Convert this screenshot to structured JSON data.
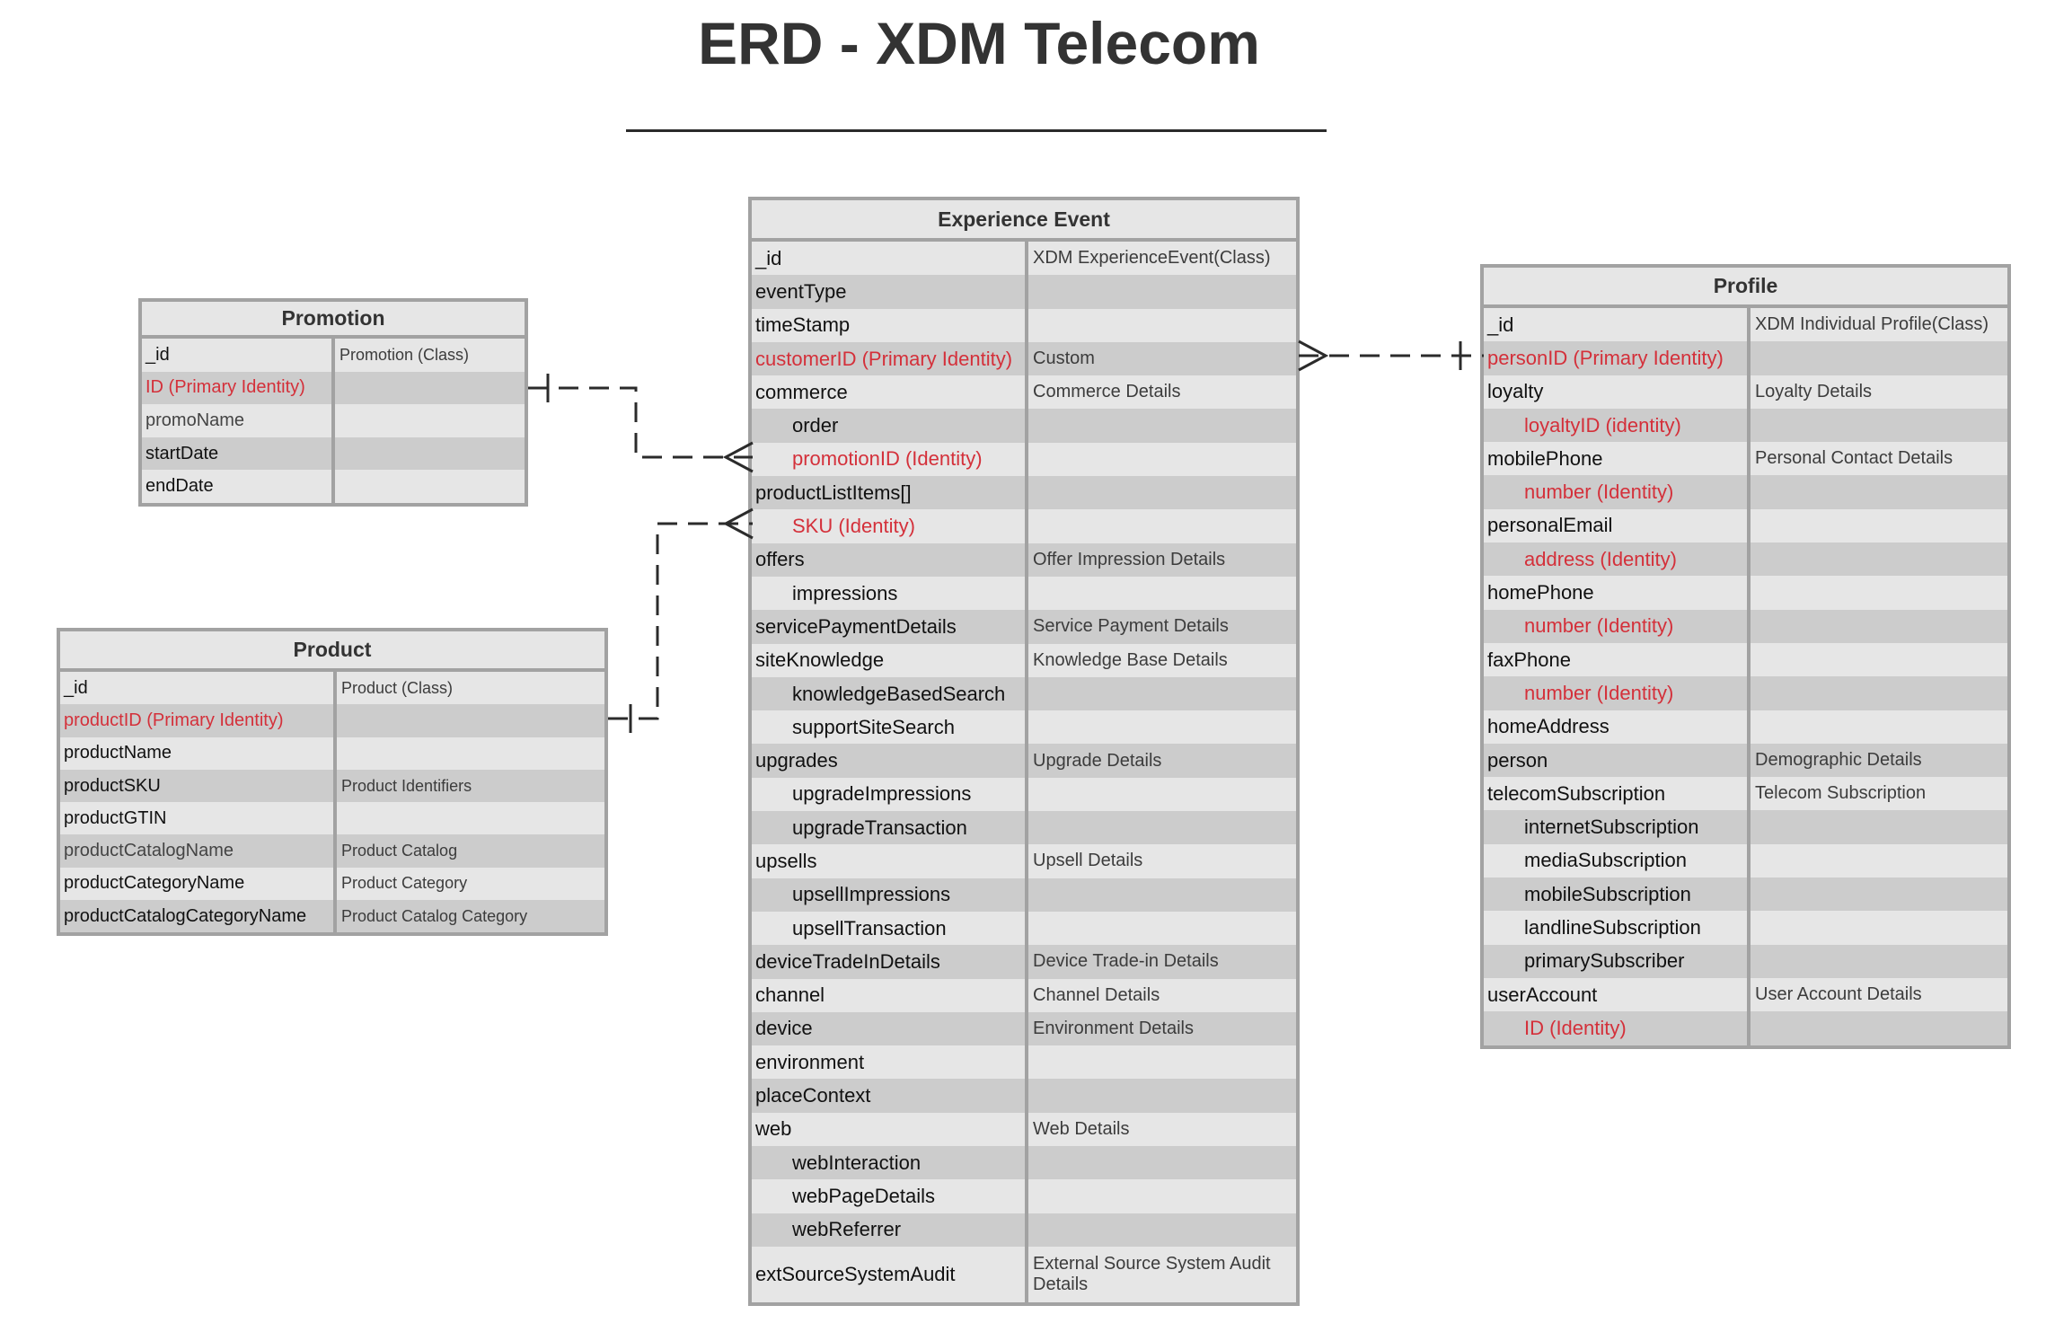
{
  "title": "ERD - XDM Telecom",
  "colors": {
    "identity": "#d4303a",
    "border": "#a2a2a2",
    "row_light": "#e6e6e6",
    "row_dark": "#cccccc"
  },
  "entities": {
    "promotion": {
      "name": "Promotion",
      "rows": [
        {
          "field": "_id",
          "detail": "Promotion (Class)",
          "identity": false,
          "indent": false
        },
        {
          "field": "ID (Primary Identity)",
          "detail": "",
          "identity": true,
          "indent": false
        },
        {
          "field": "promoName",
          "detail": "",
          "identity": false,
          "indent": false
        },
        {
          "field": "startDate",
          "detail": "",
          "identity": false,
          "indent": false
        },
        {
          "field": "endDate",
          "detail": "",
          "identity": false,
          "indent": false
        }
      ]
    },
    "product": {
      "name": "Product",
      "rows": [
        {
          "field": "_id",
          "detail": "Product (Class)",
          "identity": false,
          "indent": false
        },
        {
          "field": "productID (Primary Identity)",
          "detail": "",
          "identity": true,
          "indent": false
        },
        {
          "field": "productName",
          "detail": "",
          "identity": false,
          "indent": false
        },
        {
          "field": "productSKU",
          "detail": "Product Identifiers",
          "identity": false,
          "indent": false
        },
        {
          "field": "productGTIN",
          "detail": "",
          "identity": false,
          "indent": false
        },
        {
          "field": "productCatalogName",
          "detail": "Product Catalog",
          "identity": false,
          "indent": false
        },
        {
          "field": "productCategoryName",
          "detail": "Product Category",
          "identity": false,
          "indent": false
        },
        {
          "field": "productCatalogCategoryName",
          "detail": "Product Catalog Category",
          "identity": false,
          "indent": false
        }
      ]
    },
    "experience_event": {
      "name": "Experience Event",
      "rows": [
        {
          "field": "_id",
          "detail": "XDM ExperienceEvent(Class)",
          "identity": false,
          "indent": false
        },
        {
          "field": "eventType",
          "detail": "",
          "identity": false,
          "indent": false
        },
        {
          "field": "timeStamp",
          "detail": "",
          "identity": false,
          "indent": false
        },
        {
          "field": "customerID (Primary Identity)",
          "detail": "Custom",
          "identity": true,
          "indent": false
        },
        {
          "field": "commerce",
          "detail": "Commerce Details",
          "identity": false,
          "indent": false
        },
        {
          "field": "order",
          "detail": "",
          "identity": false,
          "indent": true
        },
        {
          "field": "promotionID (Identity)",
          "detail": "",
          "identity": true,
          "indent": true
        },
        {
          "field": "productListItems[]",
          "detail": "",
          "identity": false,
          "indent": false
        },
        {
          "field": "SKU (Identity)",
          "detail": "",
          "identity": true,
          "indent": true
        },
        {
          "field": "offers",
          "detail": "Offer Impression Details",
          "identity": false,
          "indent": false
        },
        {
          "field": "impressions",
          "detail": "",
          "identity": false,
          "indent": true
        },
        {
          "field": "servicePaymentDetails",
          "detail": "Service Payment Details",
          "identity": false,
          "indent": false
        },
        {
          "field": "siteKnowledge",
          "detail": "Knowledge Base Details",
          "identity": false,
          "indent": false
        },
        {
          "field": "knowledgeBasedSearch",
          "detail": "",
          "identity": false,
          "indent": true
        },
        {
          "field": "supportSiteSearch",
          "detail": "",
          "identity": false,
          "indent": true
        },
        {
          "field": "upgrades",
          "detail": "Upgrade Details",
          "identity": false,
          "indent": false
        },
        {
          "field": "upgradeImpressions",
          "detail": "",
          "identity": false,
          "indent": true
        },
        {
          "field": "upgradeTransaction",
          "detail": "",
          "identity": false,
          "indent": true
        },
        {
          "field": "upsells",
          "detail": "Upsell Details",
          "identity": false,
          "indent": false
        },
        {
          "field": "upsellImpressions",
          "detail": "",
          "identity": false,
          "indent": true
        },
        {
          "field": "upsellTransaction",
          "detail": "",
          "identity": false,
          "indent": true
        },
        {
          "field": "deviceTradeInDetails",
          "detail": "Device Trade-in Details",
          "identity": false,
          "indent": false
        },
        {
          "field": "channel",
          "detail": "Channel Details",
          "identity": false,
          "indent": false
        },
        {
          "field": "device",
          "detail": "Environment Details",
          "identity": false,
          "indent": false
        },
        {
          "field": "environment",
          "detail": "",
          "identity": false,
          "indent": false
        },
        {
          "field": "placeContext",
          "detail": "",
          "identity": false,
          "indent": false
        },
        {
          "field": "web",
          "detail": "Web Details",
          "identity": false,
          "indent": false
        },
        {
          "field": "webInteraction",
          "detail": "",
          "identity": false,
          "indent": true
        },
        {
          "field": "webPageDetails",
          "detail": "",
          "identity": false,
          "indent": true
        },
        {
          "field": "webReferrer",
          "detail": "",
          "identity": false,
          "indent": true
        },
        {
          "field": "extSourceSystemAudit",
          "detail": "External Source System Audit Details",
          "identity": false,
          "indent": false
        }
      ]
    },
    "profile": {
      "name": "Profile",
      "rows": [
        {
          "field": "_id",
          "detail": "XDM Individual Profile(Class)",
          "identity": false,
          "indent": false
        },
        {
          "field": "personID (Primary Identity)",
          "detail": "",
          "identity": true,
          "indent": false
        },
        {
          "field": "loyalty",
          "detail": "Loyalty Details",
          "identity": false,
          "indent": false
        },
        {
          "field": "loyaltyID (identity)",
          "detail": "",
          "identity": true,
          "indent": true
        },
        {
          "field": "mobilePhone",
          "detail": "Personal Contact Details",
          "identity": false,
          "indent": false
        },
        {
          "field": "number (Identity)",
          "detail": "",
          "identity": true,
          "indent": true
        },
        {
          "field": "personalEmail",
          "detail": "",
          "identity": false,
          "indent": false
        },
        {
          "field": "address (Identity)",
          "detail": "",
          "identity": true,
          "indent": true
        },
        {
          "field": "homePhone",
          "detail": "",
          "identity": false,
          "indent": false
        },
        {
          "field": "number (Identity)",
          "detail": "",
          "identity": true,
          "indent": true
        },
        {
          "field": "faxPhone",
          "detail": "",
          "identity": false,
          "indent": false
        },
        {
          "field": "number (Identity)",
          "detail": "",
          "identity": true,
          "indent": true
        },
        {
          "field": "homeAddress",
          "detail": "",
          "identity": false,
          "indent": false
        },
        {
          "field": "person",
          "detail": "Demographic Details",
          "identity": false,
          "indent": false
        },
        {
          "field": "telecomSubscription",
          "detail": "Telecom Subscription",
          "identity": false,
          "indent": false
        },
        {
          "field": "internetSubscription",
          "detail": "",
          "identity": false,
          "indent": true
        },
        {
          "field": "mediaSubscription",
          "detail": "",
          "identity": false,
          "indent": true
        },
        {
          "field": "mobileSubscription",
          "detail": "",
          "identity": false,
          "indent": true
        },
        {
          "field": "landlineSubscription",
          "detail": "",
          "identity": false,
          "indent": true
        },
        {
          "field": "primarySubscriber",
          "detail": "",
          "identity": false,
          "indent": true
        },
        {
          "field": "userAccount",
          "detail": "User Account Details",
          "identity": false,
          "indent": false
        },
        {
          "field": "ID (Identity)",
          "detail": "",
          "identity": true,
          "indent": true
        }
      ]
    }
  },
  "relationships": [
    {
      "from": "promotion",
      "to": "experience_event",
      "from_end": "one",
      "to_end": "many"
    },
    {
      "from": "product",
      "to": "experience_event",
      "from_end": "one",
      "to_end": "many"
    },
    {
      "from": "experience_event",
      "to": "profile",
      "from_end": "many",
      "to_end": "one"
    }
  ]
}
